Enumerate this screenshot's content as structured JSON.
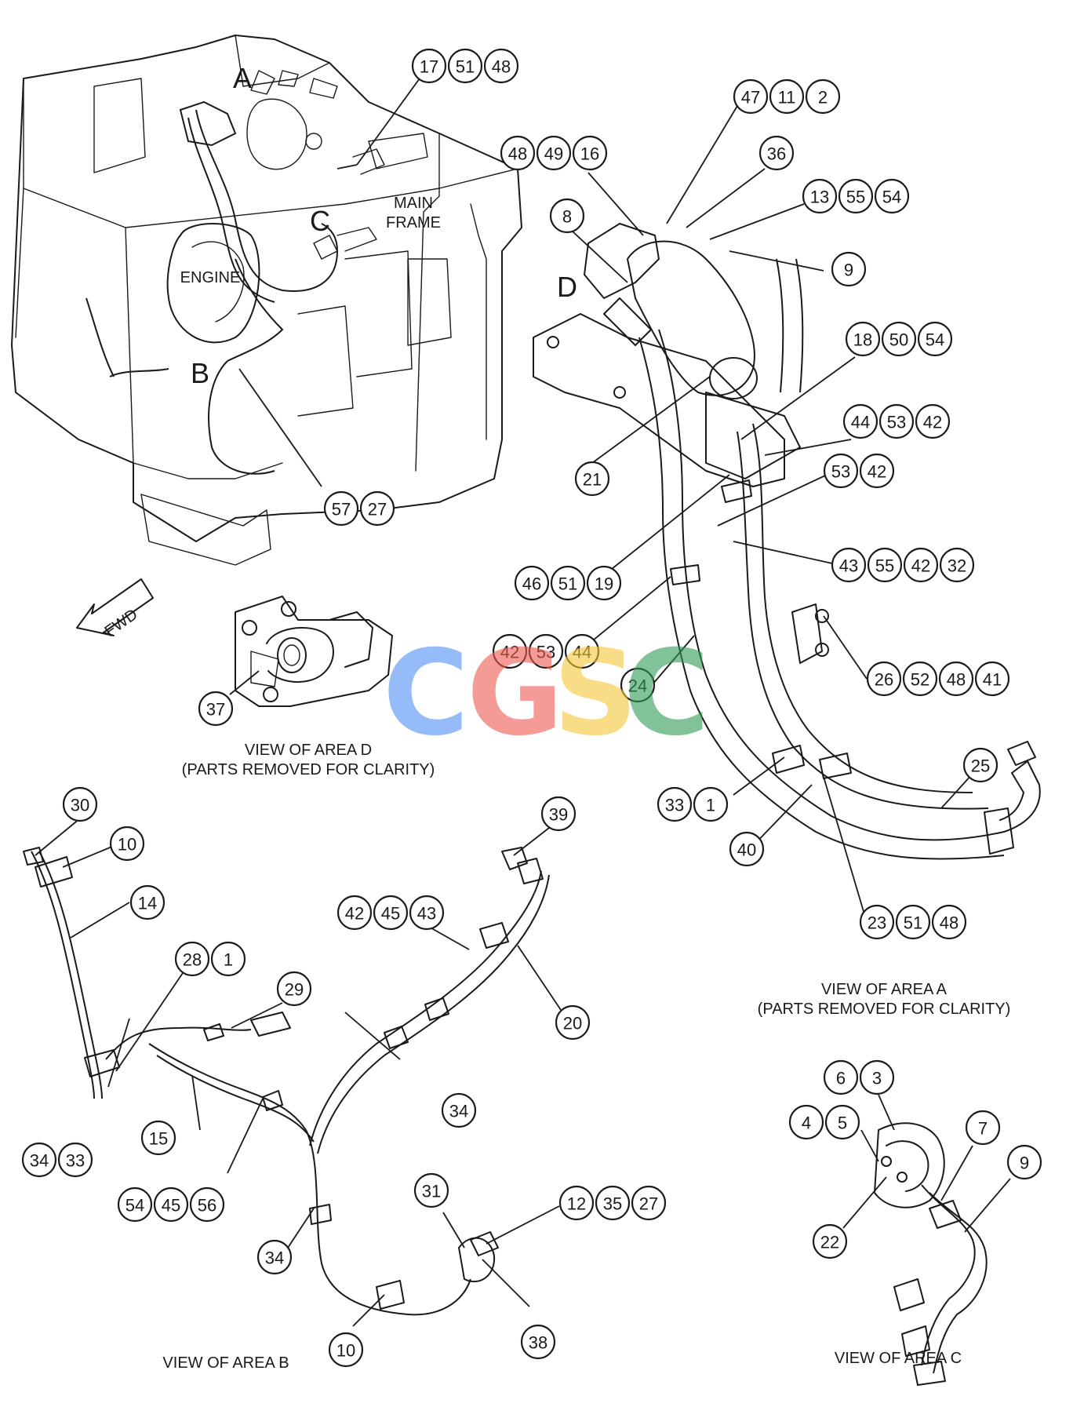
{
  "labels": {
    "area_a_letter": "A",
    "area_b_letter": "B",
    "area_c_letter": "C",
    "area_d_letter": "D",
    "main_frame_line1": "MAIN",
    "main_frame_line2": "FRAME",
    "engine": "ENGINE",
    "fwd": "FWD",
    "view_d_line1": "VIEW  OF AREA D",
    "view_d_line2": "(PARTS REMOVED FOR CLARITY)",
    "view_a_line1": "VIEW  OF AREA A",
    "view_a_line2": "(PARTS REMOVED FOR CLARITY)",
    "view_b": "VIEW  OF AREA B",
    "view_c": "VIEW  OF AREA C"
  },
  "watermark": {
    "letters": [
      "C",
      "G",
      "S",
      "C"
    ],
    "colors": [
      "#4f8ff5",
      "#ee5a50",
      "#f6c637",
      "#2f9a56"
    ]
  },
  "callouts": [
    {
      "id": "c-17-51-48",
      "numbers": [
        "17",
        "51",
        "48"
      ]
    },
    {
      "id": "c-47-11-2",
      "numbers": [
        "47",
        "11",
        "2"
      ]
    },
    {
      "id": "c-36",
      "numbers": [
        "36"
      ]
    },
    {
      "id": "c-48-49-16",
      "numbers": [
        "48",
        "49",
        "16"
      ]
    },
    {
      "id": "c-13-55-54",
      "numbers": [
        "13",
        "55",
        "54"
      ]
    },
    {
      "id": "c-8",
      "numbers": [
        "8"
      ]
    },
    {
      "id": "c-9-a",
      "numbers": [
        "9"
      ]
    },
    {
      "id": "c-18-50-54",
      "numbers": [
        "18",
        "50",
        "54"
      ]
    },
    {
      "id": "c-44-53-42",
      "numbers": [
        "44",
        "53",
        "42"
      ]
    },
    {
      "id": "c-21",
      "numbers": [
        "21"
      ]
    },
    {
      "id": "c-53-42",
      "numbers": [
        "53",
        "42"
      ]
    },
    {
      "id": "c-57-27",
      "numbers": [
        "57",
        "27"
      ]
    },
    {
      "id": "c-46-51-19",
      "numbers": [
        "46",
        "51",
        "19"
      ]
    },
    {
      "id": "c-43-55-42-32",
      "numbers": [
        "43",
        "55",
        "42",
        "32"
      ]
    },
    {
      "id": "c-42-53-44",
      "numbers": [
        "42",
        "53",
        "44"
      ]
    },
    {
      "id": "c-26-52-48-41",
      "numbers": [
        "26",
        "52",
        "48",
        "41"
      ]
    },
    {
      "id": "c-24",
      "numbers": [
        "24"
      ]
    },
    {
      "id": "c-37",
      "numbers": [
        "37"
      ]
    },
    {
      "id": "c-25",
      "numbers": [
        "25"
      ]
    },
    {
      "id": "c-33-1",
      "numbers": [
        "33",
        "1"
      ]
    },
    {
      "id": "c-40",
      "numbers": [
        "40"
      ]
    },
    {
      "id": "c-23-51-48",
      "numbers": [
        "23",
        "51",
        "48"
      ]
    },
    {
      "id": "c-30",
      "numbers": [
        "30"
      ]
    },
    {
      "id": "c-10-a",
      "numbers": [
        "10"
      ]
    },
    {
      "id": "c-14",
      "numbers": [
        "14"
      ]
    },
    {
      "id": "c-39",
      "numbers": [
        "39"
      ]
    },
    {
      "id": "c-42-45-43",
      "numbers": [
        "42",
        "45",
        "43"
      ]
    },
    {
      "id": "c-28-1",
      "numbers": [
        "28",
        "1"
      ]
    },
    {
      "id": "c-29",
      "numbers": [
        "29"
      ]
    },
    {
      "id": "c-20",
      "numbers": [
        "20"
      ]
    },
    {
      "id": "c-34-a",
      "numbers": [
        "34"
      ]
    },
    {
      "id": "c-15",
      "numbers": [
        "15"
      ]
    },
    {
      "id": "c-34-33",
      "numbers": [
        "34",
        "33"
      ]
    },
    {
      "id": "c-54-45-56",
      "numbers": [
        "54",
        "45",
        "56"
      ]
    },
    {
      "id": "c-31",
      "numbers": [
        "31"
      ]
    },
    {
      "id": "c-12-35-27",
      "numbers": [
        "12",
        "35",
        "27"
      ]
    },
    {
      "id": "c-34-b",
      "numbers": [
        "34"
      ]
    },
    {
      "id": "c-38",
      "numbers": [
        "38"
      ]
    },
    {
      "id": "c-10-b",
      "numbers": [
        "10"
      ]
    },
    {
      "id": "c-6-3",
      "numbers": [
        "6",
        "3"
      ]
    },
    {
      "id": "c-4-5",
      "numbers": [
        "4",
        "5"
      ]
    },
    {
      "id": "c-7",
      "numbers": [
        "7"
      ]
    },
    {
      "id": "c-9-c",
      "numbers": [
        "9"
      ]
    },
    {
      "id": "c-22",
      "numbers": [
        "22"
      ]
    }
  ]
}
